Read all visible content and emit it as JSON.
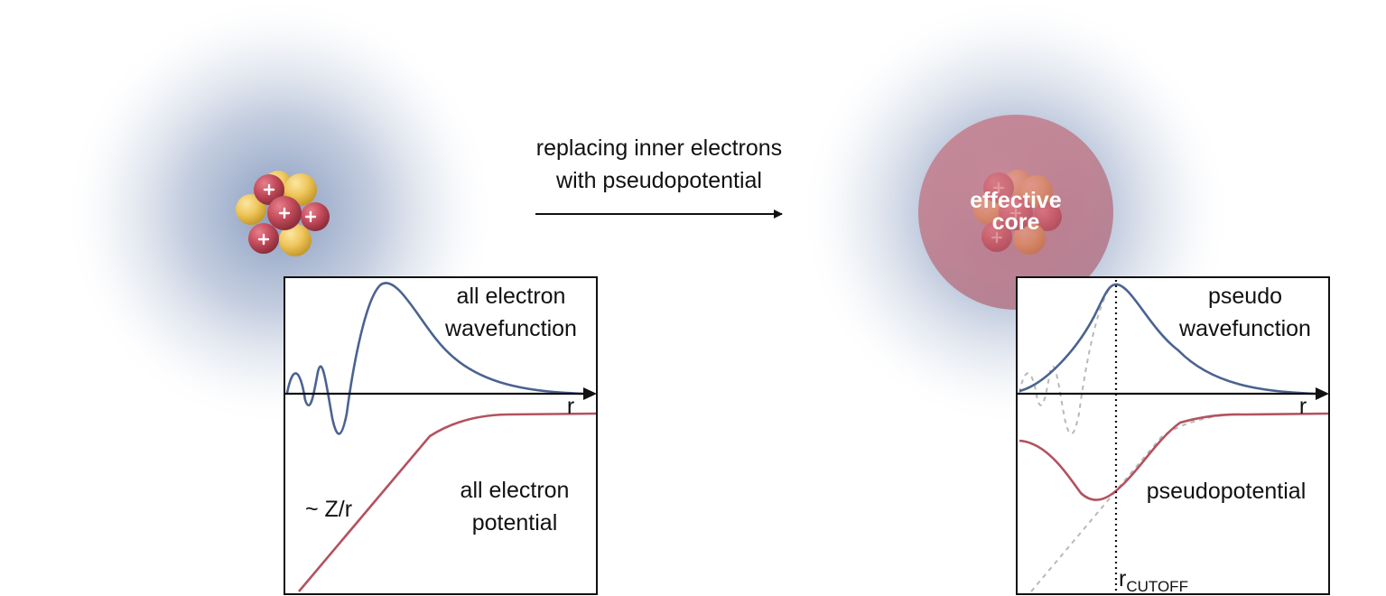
{
  "arrow_caption": {
    "line1": "replacing inner electrons",
    "line2": "with pseudopotential"
  },
  "left_panel": {
    "wavefunction_label": {
      "line1": "all electron",
      "line2": "wavefunction"
    },
    "axis_label": "r",
    "potential_annotation": "~ Z/r",
    "potential_label": {
      "line1": "all electron",
      "line2": "potential"
    }
  },
  "right_panel": {
    "core_label": {
      "line1": "effective",
      "line2": "core"
    },
    "wavefunction_label": {
      "line1": "pseudo",
      "line2": "wavefunction"
    },
    "axis_label": "r",
    "potential_label": "pseudopotential",
    "cutoff_label": {
      "main": "r",
      "sub": "CUTOFF"
    }
  },
  "colors": {
    "wavefunction": "#4a6390",
    "potential": "#b3525f",
    "reference_curves": "#b9b9b9",
    "electron_cloud": "#5e78a8",
    "proton": "#c24a5a",
    "neutron": "#eec55a",
    "effective_core": "#c25a68"
  }
}
